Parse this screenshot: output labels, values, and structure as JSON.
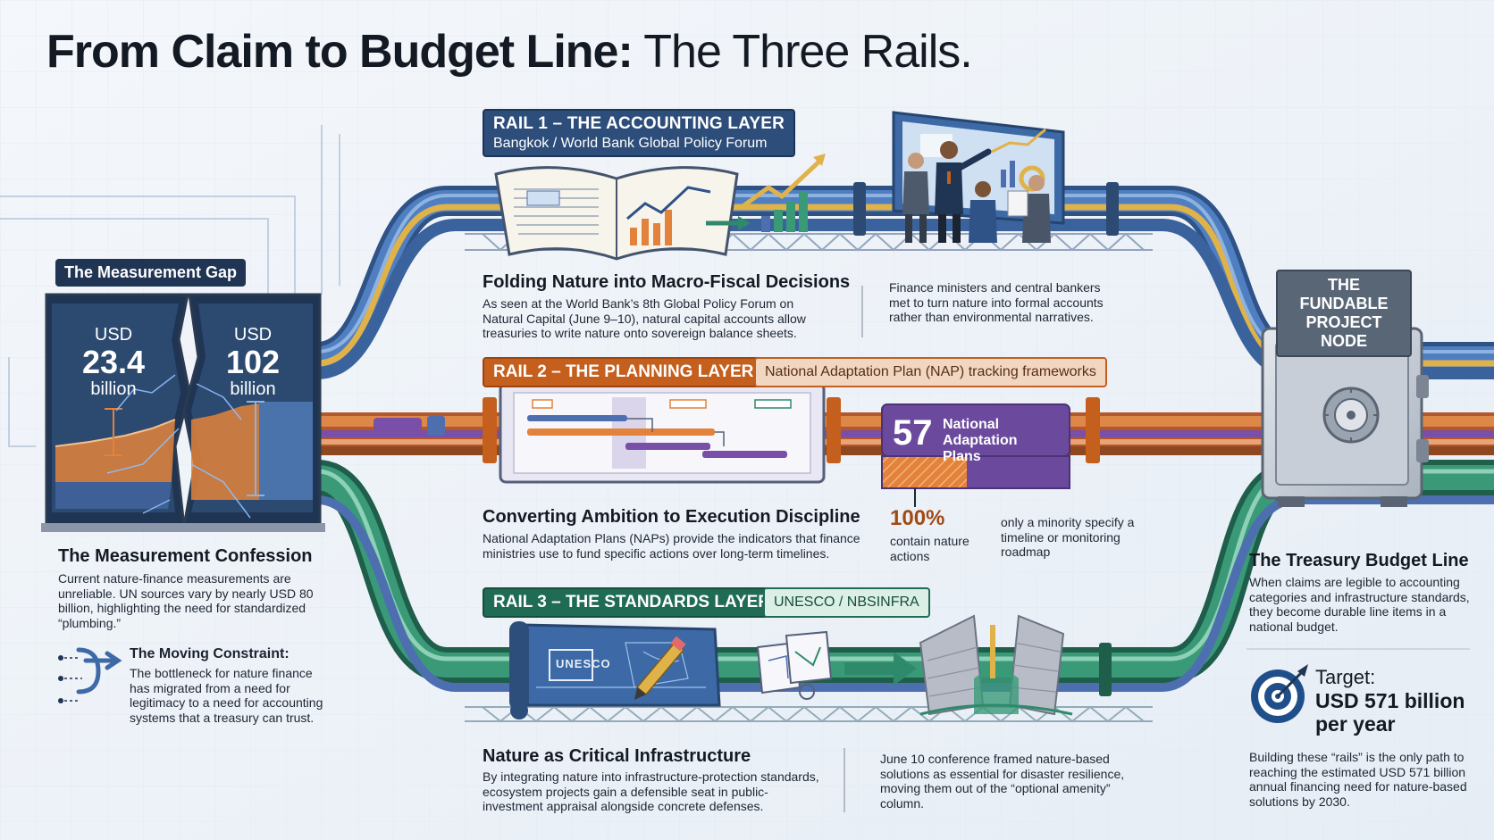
{
  "title": {
    "bold": "From Claim to Budget Line:",
    "light": "The Three Rails."
  },
  "measurement_gap": {
    "tag": "The Measurement Gap",
    "left_value": {
      "currency": "USD",
      "amount": "23.4",
      "unit": "billion"
    },
    "right_value": {
      "currency": "USD",
      "amount": "102",
      "unit": "billion"
    },
    "confession_heading": "The Measurement Confession",
    "confession_body": "Current nature-finance measurements are unreliable. UN sources vary by nearly USD 80 billion, highlighting the need for standardized “plumbing.”",
    "constraint_heading": "The Moving Constraint:",
    "constraint_body": "The bottleneck for nature finance has migrated from a need for legitimacy to a need for accounting systems that a treasury can trust."
  },
  "rail1": {
    "tag": "RAIL 1 – THE ACCOUNTING LAYER",
    "subtag": "Bangkok / World Bank Global Policy Forum",
    "heading": "Folding Nature into Macro-Fiscal Decisions",
    "body": "As seen at the World Bank’s 8th Global Policy Forum on Natural Capital (June 9–10), natural capital accounts allow treasuries to write nature onto sovereign balance sheets.",
    "side_note": "Finance ministers and central bankers met to turn nature into formal accounts rather than environmental narratives."
  },
  "rail2": {
    "tag": "RAIL 2 – THE PLANNING LAYER",
    "subtag": "National Adaptation Plan (NAP) tracking frameworks",
    "nap_count": "57",
    "nap_label": "National Adaptation Plans",
    "nap_share_specifying": 0.45,
    "heading": "Converting Ambition to Execution Discipline",
    "body": "National Adaptation Plans (NAPs) provide the indicators that finance ministries use to fund specific actions over long-term timelines.",
    "stat_value": "100%",
    "stat_label": "contain nature actions",
    "minority_note": "only a minority specify a timeline or monitoring roadmap"
  },
  "rail3": {
    "tag": "RAIL 3 – THE STANDARDS LAYER",
    "subtag": "UNESCO / NBSINFRA",
    "unesco_logo": "UNESCO",
    "heading": "Nature as Critical Infrastructure",
    "body": "By integrating nature into infrastructure-protection standards, ecosystem projects gain a defensible seat in public-investment appraisal alongside concrete defenses.",
    "side_note": "June 10 conference framed nature-based solutions as essential for disaster resilience, moving them out of the “optional amenity” column."
  },
  "node": {
    "tag": "THE FUNDABLE PROJECT NODE",
    "heading": "The Treasury Budget Line",
    "body": "When claims are legible to accounting categories and infrastructure standards, they become durable line items in a national budget.",
    "target_label": "Target:",
    "target_value": "USD 571 billion per year",
    "closing": "Building these “rails” is the only path to reaching the estimated USD 571 billion annual financing need for nature-based solutions by 2030."
  },
  "colors": {
    "rail1": "#3d6aa6",
    "rail1_accent": "#e0b24a",
    "rail2": "#c9682c",
    "rail2_accent": "#7a4fa8",
    "rail3": "#2f8a6c",
    "rail3_accent": "#4d6fb0",
    "dark_navy": "#1f3553"
  },
  "icons": [
    "cracked-panel-icon",
    "ledger-book-icon",
    "growth-chart-icon",
    "presenters-icon",
    "dashboard-screen-icon",
    "gantt-chart-icon",
    "blueprint-scroll-icon",
    "pencil-icon",
    "seawall-icon",
    "vault-safe-icon",
    "target-icon",
    "merge-arrow-icon"
  ]
}
